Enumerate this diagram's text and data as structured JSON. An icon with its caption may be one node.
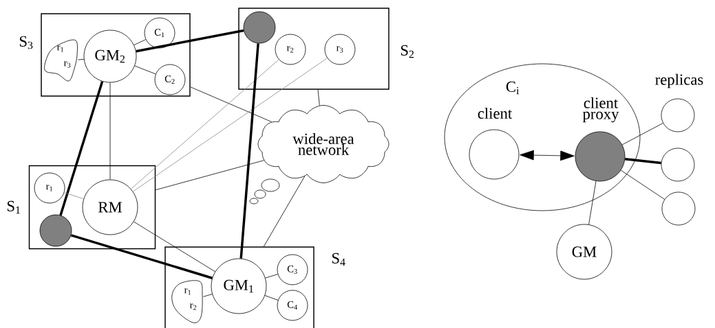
{
  "diagram": {
    "nodes": [
      {
        "text": [
          "S$_{3}$"
        ]
      },
      {
        "text": [
          "GM$_{2}$"
        ],
        "in": 0
      },
      {
        "text": [
          "C$_{1}$"
        ],
        "in": 0
      },
      {
        "text": [
          "C$_{2}$"
        ],
        "in": 0
      },
      {
        "text": [
          "r$_{1}$",
          "r$_{3}$"
        ],
        "in": 0
      },
      {
        "text": [
          "S$_{2}$"
        ]
      },
      {
        "text": [],
        "shape": "circle",
        "in": 5
      },
      {
        "text": [
          "r$_{2}$"
        ],
        "in": 5
      },
      {
        "text": [
          "r$_{3}$"
        ],
        "in": 5
      },
      {
        "text": [
          "S$_{1}$"
        ]
      },
      {
        "text": [
          "r$_{1}$"
        ],
        "in": 9
      },
      {
        "text": [
          "RM"
        ],
        "in": 9
      },
      {
        "text": [],
        "shape": "circle",
        "in": 9
      },
      {
        "text": [
          "S$_{4}$"
        ]
      },
      {
        "text": [
          "GM$_{1}$"
        ],
        "in": 13
      },
      {
        "text": [
          "C$_{3}$"
        ],
        "in": 13
      },
      {
        "text": [
          "C$_{4}$"
        ],
        "in": 13
      },
      {
        "text": [
          "r$_{1}$",
          "r$_{2}$"
        ],
        "in": 13
      },
      {
        "text": [
          "wide-area network"
        ]
      },
      {
        "text": [
          "C$_{i}$"
        ]
      },
      {
        "text": [
          "client"
        ],
        "in": 19
      },
      {
        "text": [
          "client proxy"
        ],
        "in": 19
      },
      {
        "text": [],
        "shape": "circle"
      },
      {
        "text": [],
        "shape": "circle"
      },
      {
        "text": [],
        "shape": "circle"
      },
      {
        "text": [
          "GM"
        ]
      }
    ],
    "edges": [
      {
        "from": 1,
        "to": 2,
        "arrow": "none"
      },
      {
        "from": 1,
        "to": 3,
        "arrow": "none"
      },
      {
        "from": 1,
        "to": 4,
        "arrow": "none"
      },
      {
        "from": 1,
        "to": 6,
        "arrow": "none",
        "style": "thick"
      },
      {
        "from": 1,
        "to": 11,
        "arrow": "none"
      },
      {
        "from": 1,
        "to": 12,
        "arrow": "none",
        "style": "thick"
      },
      {
        "from": 0,
        "to": 18,
        "arrow": "none"
      },
      {
        "from": 5,
        "to": 18,
        "arrow": "none"
      },
      {
        "from": 7,
        "to": 11,
        "arrow": "none",
        "color": "#888888"
      },
      {
        "from": 8,
        "to": 11,
        "arrow": "none",
        "color": "#888888"
      },
      {
        "from": 6,
        "to": 14,
        "arrow": "none",
        "style": "thick"
      },
      {
        "from": 9,
        "to": 18,
        "arrow": "none"
      },
      {
        "from": 11,
        "to": 14,
        "arrow": "none"
      },
      {
        "from": 10,
        "to": 11,
        "arrow": "none",
        "color": "#888888"
      },
      {
        "from": 12,
        "to": 14,
        "arrow": "none",
        "style": "thick"
      },
      {
        "from": 18,
        "to": 13,
        "arrow": "none"
      },
      {
        "from": 14,
        "to": 15,
        "arrow": "none"
      },
      {
        "from": 14,
        "to": 16,
        "arrow": "none"
      },
      {
        "from": 14,
        "to": 17,
        "arrow": "none"
      },
      {
        "from": 20,
        "to": 21,
        "arrow": "both"
      },
      {
        "from": 21,
        "to": 22,
        "arrow": "none"
      },
      {
        "from": 21,
        "to": 23,
        "arrow": "none",
        "style": "thick"
      },
      {
        "from": 21,
        "to": 24,
        "arrow": "none"
      },
      {
        "from": 21,
        "to": 25,
        "arrow": "none"
      }
    ],
    "labels": [
      "replicas"
    ]
  }
}
